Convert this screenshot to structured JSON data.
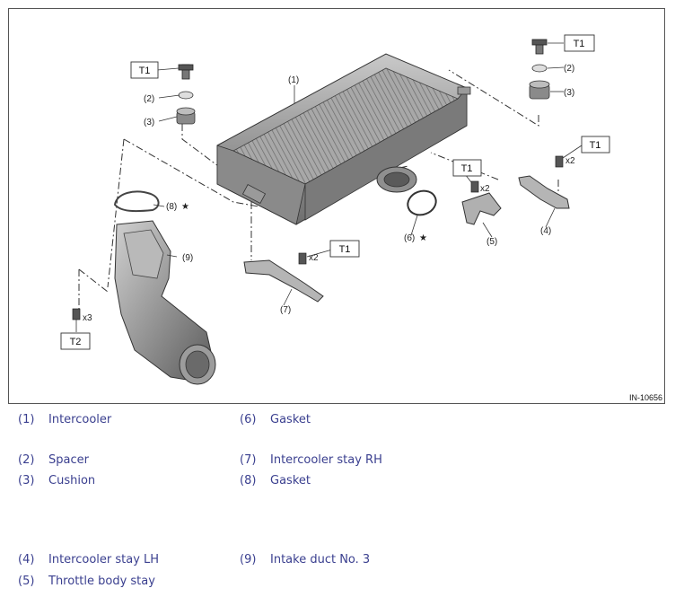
{
  "figure": {
    "id": "IN-10656",
    "callouts": {
      "c1": "(1)",
      "c2a": "(2)",
      "c3a": "(3)",
      "c2b": "(2)",
      "c3b": "(3)",
      "c4": "(4)",
      "c5": "(5)",
      "c6": "(6)",
      "c7": "(7)",
      "c8": "(8)",
      "c9": "(9)"
    },
    "torque_tags": {
      "t1_left": "T1",
      "t1_right_top": "T1",
      "t1_right_mid": "T1",
      "t1_center": "T1",
      "t1_bottom": "T1",
      "t2": "T2"
    },
    "quantities": {
      "q_right": "x2",
      "q_center": "x2",
      "q_bottom": "x2",
      "q_left": "x3"
    },
    "stars": {
      "s6": "★",
      "s8": "★"
    }
  },
  "legend": [
    {
      "num": "(1)",
      "text": "Intercooler"
    },
    {
      "num": "(6)",
      "text": "Gasket"
    },
    {
      "num": "(2)",
      "text": "Spacer"
    },
    {
      "num": "(7)",
      "text": "Intercooler stay RH"
    },
    {
      "num": "(3)",
      "text": "Cushion"
    },
    {
      "num": "(8)",
      "text": "Gasket"
    },
    {
      "num": "(4)",
      "text": "Intercooler stay LH"
    },
    {
      "num": "(9)",
      "text": "Intake duct No. 3"
    },
    {
      "num": "(5)",
      "text": "Throttle body stay"
    }
  ]
}
